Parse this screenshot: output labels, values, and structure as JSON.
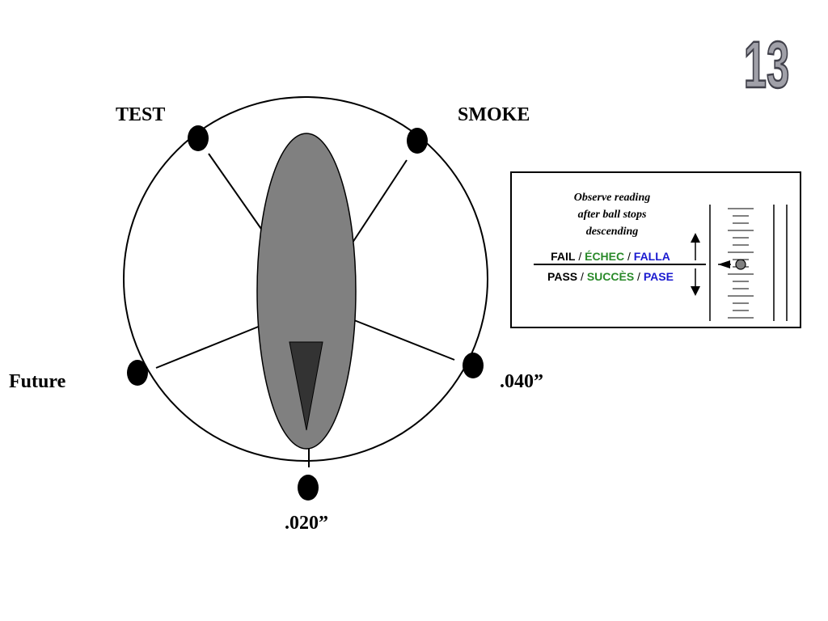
{
  "page_number": "13",
  "dial": {
    "labels": {
      "test": "TEST",
      "smoke": "SMOKE",
      "future": "Future",
      "p040": ".040”",
      "p020": ".020”"
    }
  },
  "gauge_box": {
    "instruction": [
      "Observe reading",
      "after ball stops",
      "descending"
    ],
    "fail": {
      "en": "FAIL",
      "fr": "ÉCHEC",
      "es": "FALLA"
    },
    "pass": {
      "en": "PASS",
      "fr": "SUCCÈS",
      "es": "PASE"
    },
    "separator": " / "
  },
  "colors": {
    "french": "#2a8a2a",
    "spanish": "#1a1ad0",
    "body": "#808080",
    "pointer": "#333333",
    "number_fill": "#a0a0a8"
  }
}
